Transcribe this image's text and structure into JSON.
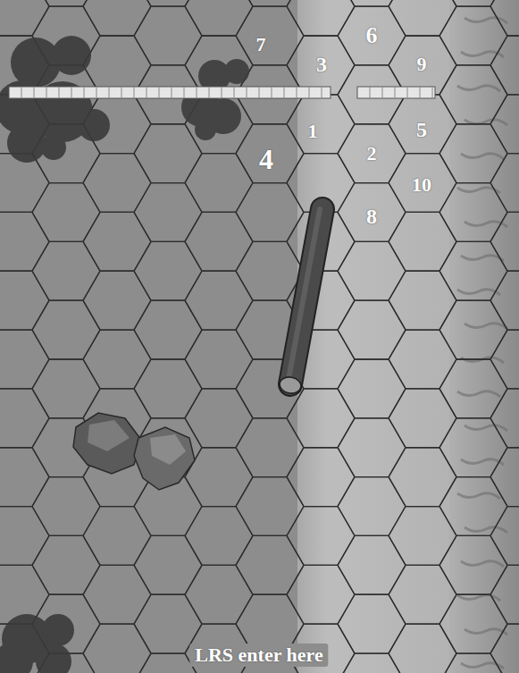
{
  "diagram": {
    "labels": [
      "7",
      "6",
      "3",
      "9",
      "1",
      "5",
      "4",
      "2",
      "10",
      "8",
      "LRS enter here"
    ]
  }
}
